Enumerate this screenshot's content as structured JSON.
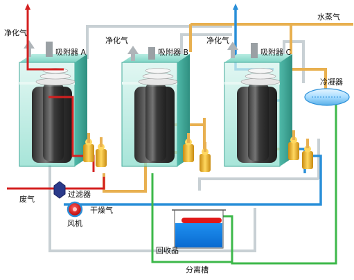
{
  "labels": {
    "clean_gas_a": "净化气",
    "clean_gas_b": "净化气",
    "clean_gas_c": "净化气",
    "adsorber_a": "吸附器 A",
    "adsorber_b": "吸附器 B",
    "adsorber_c": "吸附器 C",
    "steam": "水蒸气",
    "condenser": "冷凝器",
    "waste_gas": "废气",
    "filter": "过滤器",
    "dry_gas": "干燥气",
    "fan": "风机",
    "recovered": "回收品",
    "separator": "分离槽"
  },
  "colors": {
    "waste_gas_line": "#d42020",
    "clean_gas_line": "#c8d0d4",
    "steam_line": "#e8b050",
    "dry_gas_line": "#2a8fd8",
    "condensate_line": "#3cb84a",
    "adsorber_glass": "#6ad0c0",
    "valve": "#f0b820"
  }
}
